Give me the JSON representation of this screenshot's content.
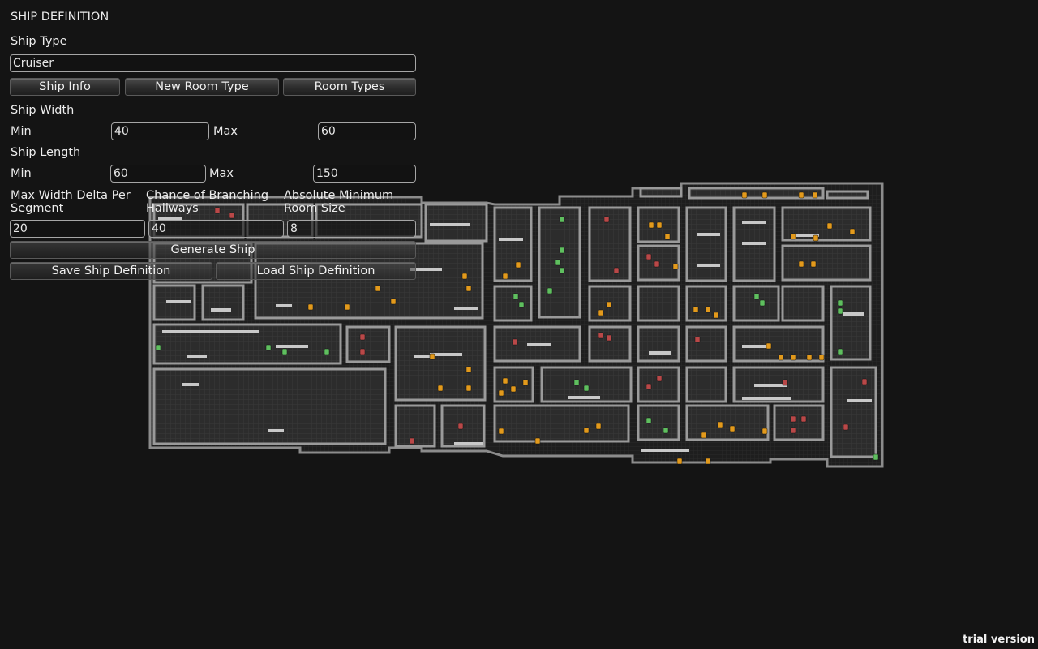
{
  "panel": {
    "title": "SHIP DEFINITION",
    "ship_type_label": "Ship Type",
    "ship_type_value": "Cruiser",
    "buttons": {
      "ship_info": "Ship Info",
      "new_room_type": "New Room Type",
      "room_types": "Room Types",
      "generate": "Generate Ship",
      "save": "Save Ship Definition",
      "load": "Load Ship Definition"
    },
    "ship_width": {
      "label": "Ship Width",
      "min_label": "Min",
      "min_value": "40",
      "max_label": "Max",
      "max_value": "60"
    },
    "ship_length": {
      "label": "Ship Length",
      "min_label": "Min",
      "min_value": "60",
      "max_label": "Max",
      "max_value": "150"
    },
    "max_width_delta": {
      "label": "Max Width Delta Per Segment",
      "value": "20"
    },
    "chance_branching": {
      "label": "Chance of Branching Hallways",
      "value": "40"
    },
    "abs_min_room": {
      "label": "Absolute Minimum Room Size",
      "value": "8"
    }
  },
  "watermark": "trial version",
  "map_colors": {
    "hull": "#8c8c8c",
    "floor": "#2f2f2f",
    "corridor": "#1d1d1d",
    "wall": "#9a9a9a",
    "furniture": "#c8c8c8",
    "crate_orange": "#e39a1c",
    "locker_red": "#b94848",
    "tank_green": "#5fbf5f"
  }
}
